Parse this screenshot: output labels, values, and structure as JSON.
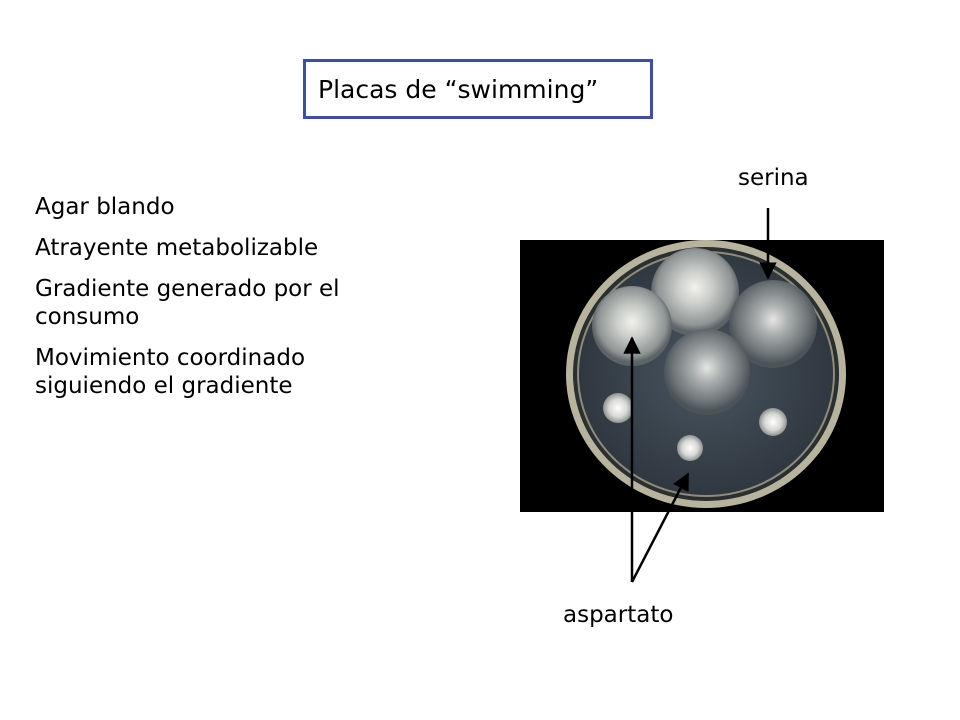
{
  "title": "Placas de “swimming”",
  "bullets": [
    "Agar blando",
    "Atrayente metabolizable",
    "Gradiente generado por el consumo",
    "Movimiento coordinado siguiendo el gradiente"
  ],
  "labels": {
    "serina": "serina",
    "aspartato": "aspartato"
  },
  "colors": {
    "title_border": "#3b4ea8",
    "photo_background": "#000000"
  }
}
